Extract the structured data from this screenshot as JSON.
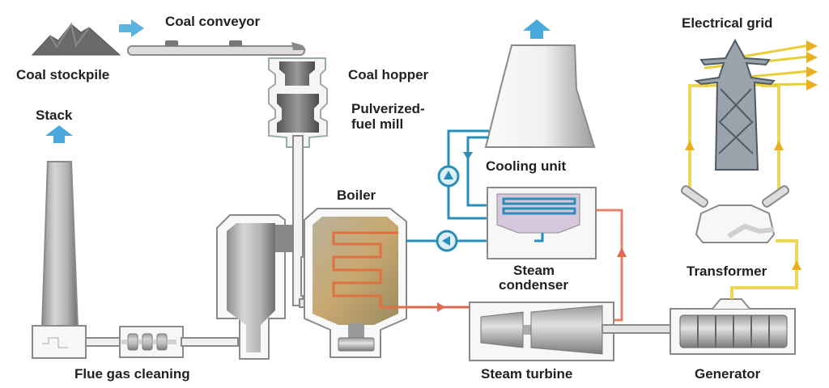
{
  "labels": {
    "coal_stockpile": "Coal stockpile",
    "coal_conveyor": "Coal conveyor",
    "coal_hopper": "Coal hopper",
    "pulverized_1": "Pulverized-",
    "pulverized_2": "fuel mill",
    "stack": "Stack",
    "boiler": "Boiler",
    "cooling_unit": "Cooling unit",
    "electrical_grid": "Electrical grid",
    "steam_1": "Steam",
    "steam_2": "condenser",
    "transformer": "Transformer",
    "flue_gas_cleaning": "Flue gas cleaning",
    "steam_turbine": "Steam turbine",
    "generator": "Generator"
  },
  "colors": {
    "water": "#2a8fb8",
    "steam": "#e06a50",
    "power": "#e8cf3a",
    "exhaust_arrow": "#4aa9dc",
    "outline": "#7f8a95"
  }
}
